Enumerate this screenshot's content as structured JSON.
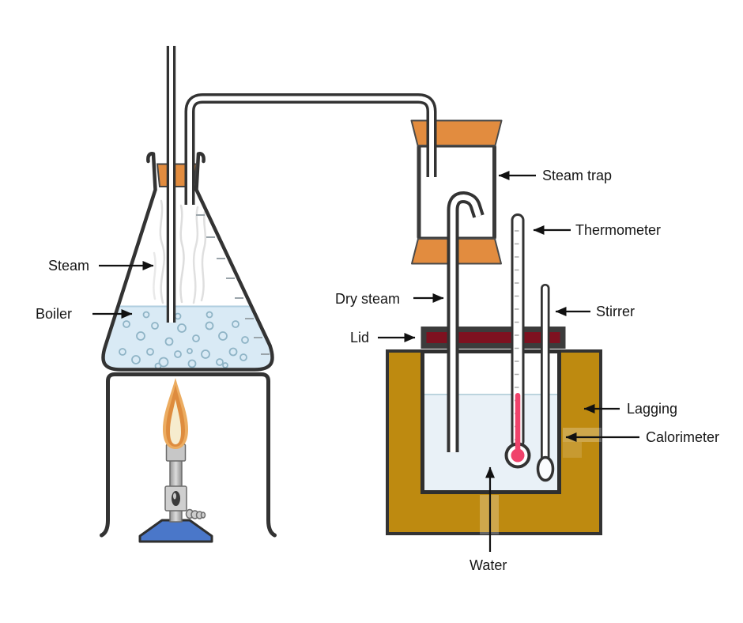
{
  "labels": {
    "steam": "Steam",
    "boiler": "Boiler",
    "steam_trap": "Steam trap",
    "thermometer": "Thermometer",
    "dry_steam": "Dry steam",
    "lid": "Lid",
    "stirrer": "Stirrer",
    "lagging": "Lagging",
    "calorimeter": "Calorimeter",
    "water": "Water"
  },
  "colors": {
    "outline": "#333333",
    "stopper_orange": "#E28C3F",
    "lagging_brown": "#BE8A10",
    "lid_maroon": "#7E1120",
    "water_blue_boiler": "#D9EAF5",
    "water_blue_calorimeter": "#E9F1F7",
    "thermometer_red": "#F0426B",
    "burner_base_blue": "#4A77C9",
    "flame_outer": "#ECAC60",
    "flame_orange": "#DE8C3E",
    "flame_inner": "#F6ECCE",
    "steam_gray": "#D9D9D9"
  }
}
